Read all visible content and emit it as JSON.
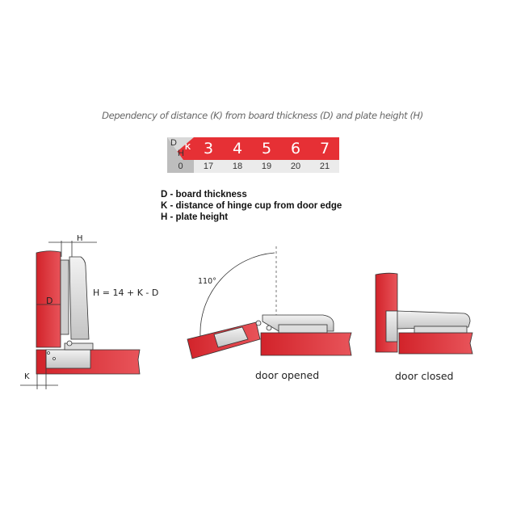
{
  "title": "Dependency of distance (K) from board thickness (D)  and plate height (H)",
  "table": {
    "corner": {
      "top_left": "D",
      "right": "K",
      "bottom": "H"
    },
    "k_values": [
      "3",
      "4",
      "5",
      "6",
      "7"
    ],
    "h_label": "0",
    "d_values": [
      "17",
      "18",
      "19",
      "20",
      "21"
    ]
  },
  "legend": [
    "D - board thickness",
    "K - distance of hinge cup from door edge",
    "H - plate height"
  ],
  "diagram_left": {
    "dim_h": "H",
    "dim_d": "D",
    "dim_k": "K",
    "formula": "H = 14 + K - D"
  },
  "diagram_open": {
    "angle": "110°",
    "caption": "door opened"
  },
  "diagram_closed": {
    "caption": "door closed"
  },
  "colors": {
    "board_red": "#e63035",
    "hinge_grey": "#d4d4d4",
    "table_grey": "#ebebeb"
  }
}
